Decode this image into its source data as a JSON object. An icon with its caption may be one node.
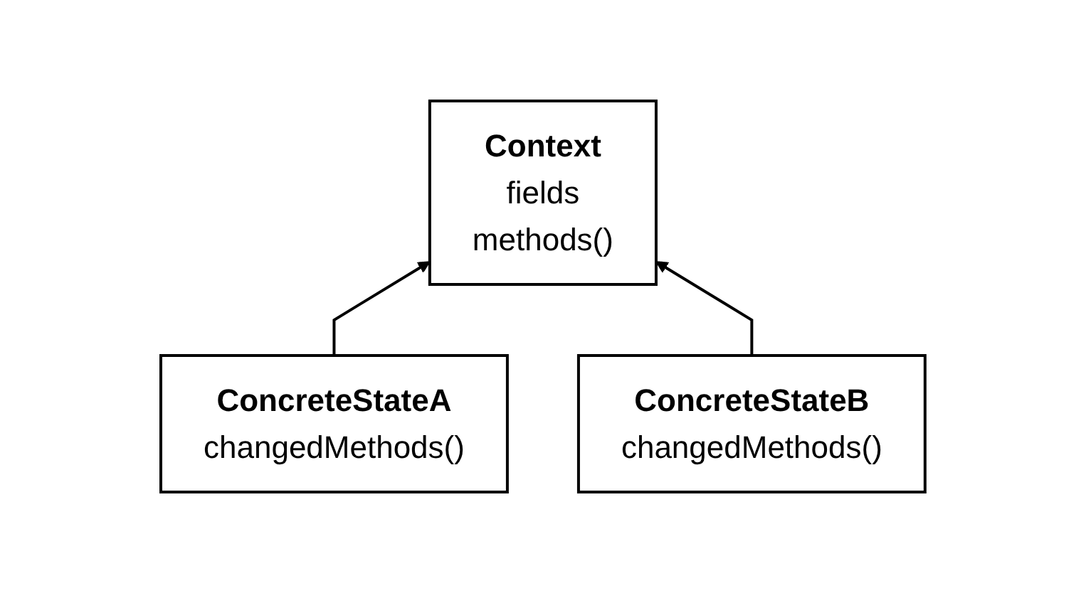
{
  "diagram": {
    "nodes": [
      {
        "text": [
          "Context",
          "fields",
          "methods()"
        ]
      },
      {
        "text": [
          "ConcreteStateA",
          "changedMethods()"
        ]
      },
      {
        "text": [
          "ConcreteStateB",
          "changedMethods()"
        ]
      }
    ],
    "edges": [
      {
        "from": 1,
        "to": 0,
        "arrow": "to"
      },
      {
        "from": 2,
        "to": 0,
        "arrow": "to"
      }
    ]
  }
}
